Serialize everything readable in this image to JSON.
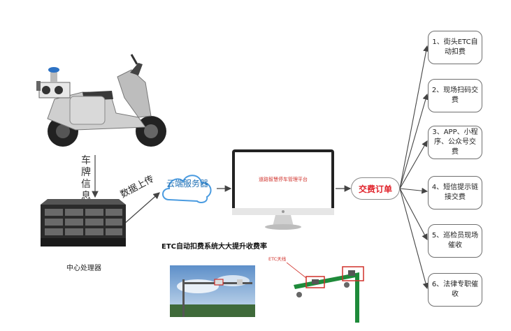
{
  "scooter_label": "车牌信息",
  "server_caption": "中心处理器",
  "upload_label": "数据上传",
  "cloud_label": "云端服务器",
  "monitor_title": "道路智慧停车管理平台",
  "order_label": "交费订单",
  "options": [
    "1、街头ETC自动扣费",
    "2、现场扫码交费",
    "3、APP、小程序、公众号交费",
    "4、短信提示链接交费",
    "5、巡检员现场催收",
    "6、法律专职催收"
  ],
  "etc_title": "ETC自动扣费系统大大提升收费率",
  "antenna_label": "ETC天线",
  "colors": {
    "accent_red": "#e0222a",
    "cloud_blue": "#1f6fb4",
    "line_gray": "#6f6f6f"
  }
}
